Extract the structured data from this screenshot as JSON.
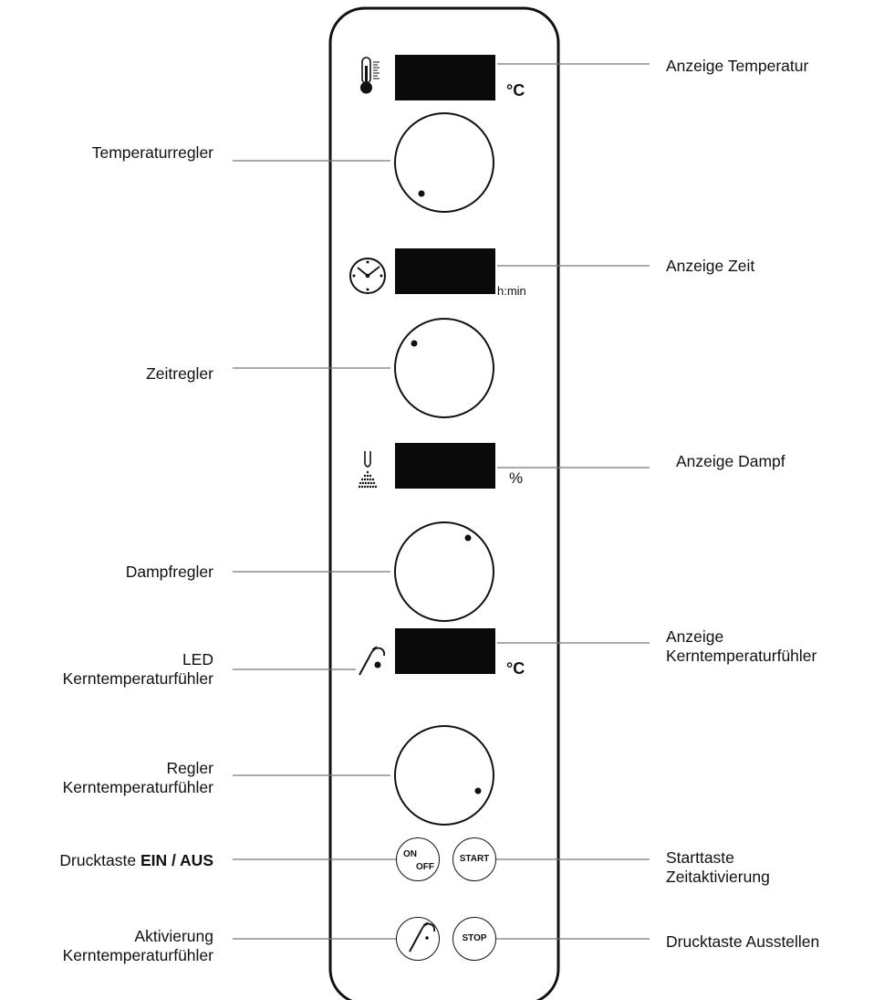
{
  "units": {
    "temperature": "°C",
    "time": "h:min",
    "steam": "%",
    "core_temperature": "°C"
  },
  "buttons": {
    "on_top": "ON",
    "on_bottom": "OFF",
    "start": "START",
    "stop": "STOP"
  },
  "labels_left": {
    "temperature_knob": "Temperaturregler",
    "time_knob": "Zeitregler",
    "steam_knob": "Dampfregler",
    "led_core_probe_line1": "LED",
    "led_core_probe_line2": "Kerntemperaturfühler",
    "core_probe_knob_line1": "Regler",
    "core_probe_knob_line2": "Kerntemperaturfühler",
    "on_off_prefix": "Drucktaste",
    "on_off_bold": "EIN / AUS",
    "activation_line1": "Aktivierung",
    "activation_line2": "Kerntemperaturfühler"
  },
  "labels_right": {
    "temperature_display": "Anzeige Temperatur",
    "time_display": "Anzeige Zeit",
    "steam_display": "Anzeige Dampf",
    "core_display_line1": "Anzeige",
    "core_display_line2": "Kerntemperaturfühler",
    "start_line1": "Starttaste",
    "start_line2": "Zeitaktivierung",
    "stop_button": "Drucktaste Ausstellen"
  },
  "icons": [
    "thermometer-icon",
    "clock-icon",
    "steam-icon",
    "core-probe-icon"
  ]
}
